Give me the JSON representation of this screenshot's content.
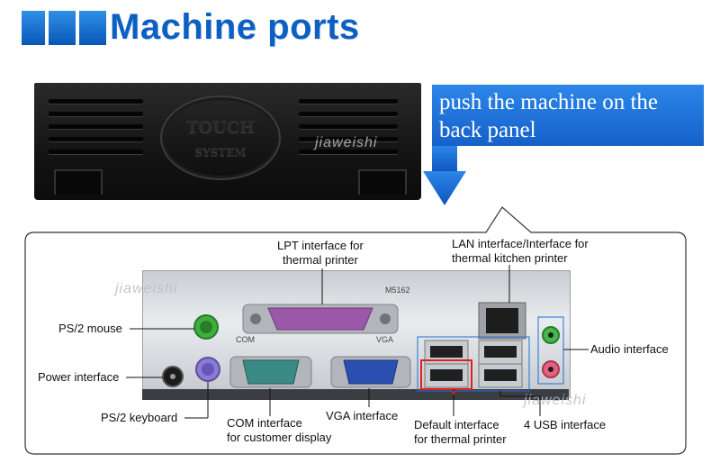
{
  "header": {
    "title": "Machine ports"
  },
  "machine": {
    "logo_line1": "TOUCH",
    "logo_line2": "SYSTEM",
    "watermark": "jiaweishi"
  },
  "callout": {
    "line1": "push the machine on the",
    "line2": "back panel"
  },
  "panel": {
    "watermark": "jiaweishi",
    "plate_marks": {
      "com": "COM",
      "vga": "VGA",
      "model": "M5162"
    }
  },
  "labels": {
    "lpt": [
      "LPT interface for",
      "thermal printer"
    ],
    "lan": [
      "LAN interface/Interface for",
      "thermal kitchen printer"
    ],
    "ps2_mouse": "PS/2 mouse",
    "power": "Power interface",
    "ps2_keyboard": "PS/2 keyboard",
    "com": [
      "COM interface",
      "for customer display"
    ],
    "vga": "VGA interface",
    "default_printer": [
      "Default interface",
      "for thermal printer"
    ],
    "usb": "4 USB interface",
    "audio": "Audio interface"
  },
  "colors": {
    "accent_blue": "#1561c9",
    "ps2_mouse": "#3fae3f",
    "ps2_keyboard": "#8c7bd3",
    "lpt": "#9b58a8",
    "com": "#3a8a86",
    "vga": "#2b4fb0",
    "audio_green": "#44b84a",
    "audio_pink": "#e4607c"
  }
}
